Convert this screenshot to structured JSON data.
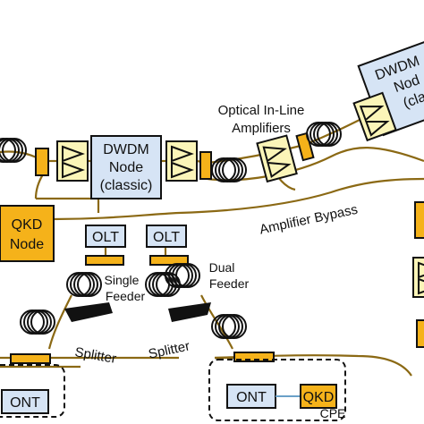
{
  "colors": {
    "fiber": "#8B6914",
    "orange": "#F5B21A",
    "blue_box": "#D6E4F5",
    "amp_fill": "#FBF5B8",
    "outline": "#111111"
  },
  "dwdm_node_left": {
    "line1": "DWDM",
    "line2": "Node",
    "line3": "(classic)"
  },
  "dwdm_node_right": {
    "line1": "DWDM",
    "line2": "Nod",
    "line3": "(cla"
  },
  "qkd_node": {
    "line1": "QKD",
    "line2": "Node"
  },
  "olt_left": "OLT",
  "olt_right": "OLT",
  "labels": {
    "inline_amp_1": "Optical In-Line",
    "inline_amp_2": "Amplifiers",
    "amp_bypass": "Amplifier Bypass",
    "single_feeder_1": "Single",
    "single_feeder_2": "Feeder",
    "dual_feeder_1": "Dual",
    "dual_feeder_2": "Feeder",
    "splitter_left": "Splitter",
    "splitter_right": "Splitter",
    "cpe": "CPE"
  },
  "ont_left": "ONT",
  "ont_right": "ONT",
  "qkd_small": "QKD"
}
